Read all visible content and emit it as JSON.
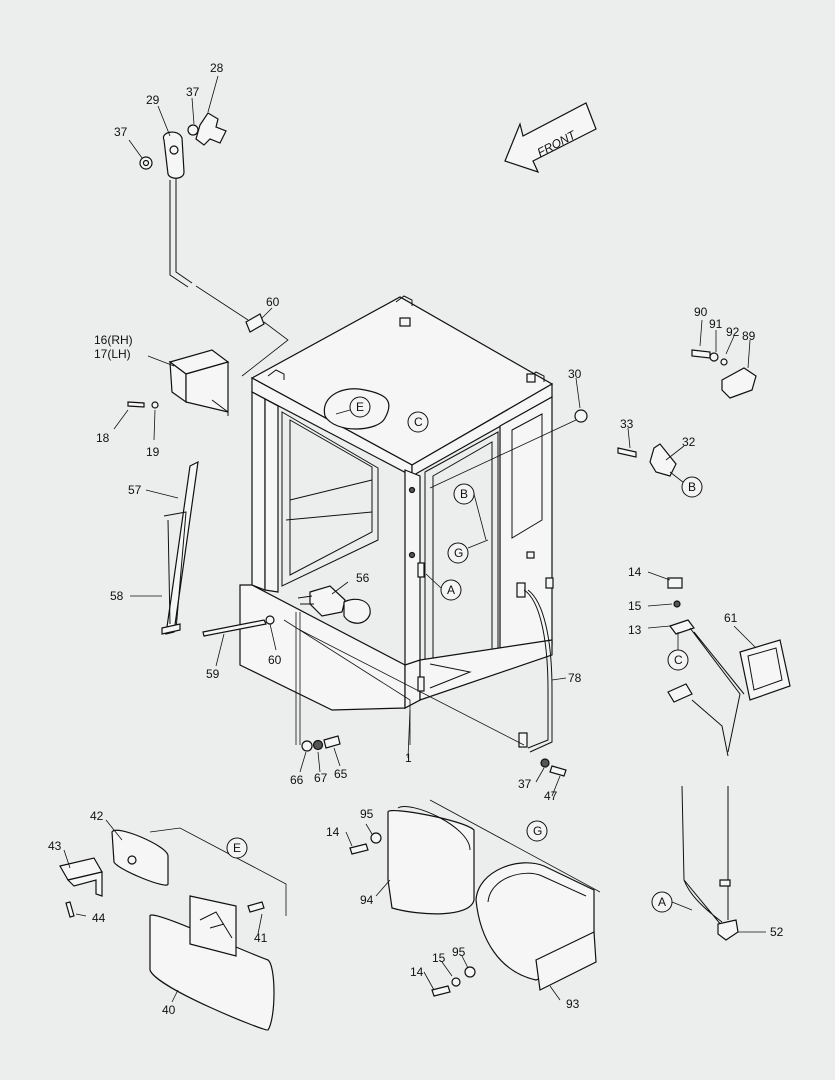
{
  "direction_arrow": {
    "label": "FRONT"
  },
  "part_numbers": {
    "p28": "28",
    "p29": "29",
    "p37a": "37",
    "p37b": "37",
    "p60a": "60",
    "p16": "16(RH)",
    "p17": "17(LH)",
    "p18": "18",
    "p19": "19",
    "p57": "57",
    "p58": "58",
    "p59": "59",
    "p60b": "60",
    "p56": "56",
    "p1": "1",
    "p66": "66",
    "p67": "67",
    "p65": "65",
    "p30": "30",
    "p90": "90",
    "p91": "91",
    "p92": "92",
    "p89": "89",
    "p33": "33",
    "p32": "32",
    "p14a": "14",
    "p15a": "15",
    "p13": "13",
    "p61": "61",
    "p78": "78",
    "p37c": "37",
    "p47": "47",
    "p42": "42",
    "p43": "43",
    "p44": "44",
    "p41": "41",
    "p40": "40",
    "p95a": "95",
    "p14b": "14",
    "p94": "94",
    "p95b": "95",
    "p15b": "15",
    "p14c": "14",
    "p93": "93",
    "p52": "52"
  },
  "callouts": {
    "c_e_roof": "E",
    "c_c_post": "C",
    "c_b_cab": "B",
    "c_g_cab": "G",
    "c_a_cab": "A",
    "c_b_bracket": "B",
    "c_c_mirror": "C",
    "c_e_detail": "E",
    "c_g_detail": "G",
    "c_a_detail": "A"
  }
}
